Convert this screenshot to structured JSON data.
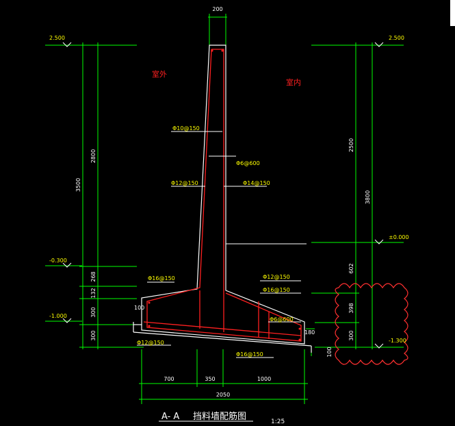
{
  "drawing": {
    "title": "A- A",
    "title_name": "挡料墙配筋图",
    "scale": "1:25",
    "room_outside": "室外",
    "room_inside": "室内"
  },
  "elevations": {
    "top_left": "2.500",
    "top_right": "2.500",
    "left_mid": "-0.300",
    "left_low": "-1.000",
    "right_zero": "±0.000",
    "right_low": "-1.300"
  },
  "dims": {
    "top_width": "200",
    "left_total": "3500",
    "left_upper": "2800",
    "left_a": "268",
    "left_b": "132",
    "left_c": "300",
    "left_d": "300",
    "right_upper": "2500",
    "right_total": "3800",
    "right_a": "602",
    "right_b": "398",
    "right_c": "300",
    "heel_small": "100",
    "toe_small": "180",
    "base_small": "100",
    "bottom_a": "700",
    "bottom_b": "350",
    "bottom_c": "1000",
    "bottom_total": "2050"
  },
  "rebar_labels": {
    "r1": "Φ10@150",
    "r2": "Φ6@600",
    "r3": "Φ12@150",
    "r4": "Φ14@150",
    "r5": "Φ16@150",
    "r6": "Φ12@150",
    "r7": "Φ16@150",
    "r8": "Φ6@600",
    "r9": "Φ12@150",
    "r10": "Φ16@150"
  }
}
